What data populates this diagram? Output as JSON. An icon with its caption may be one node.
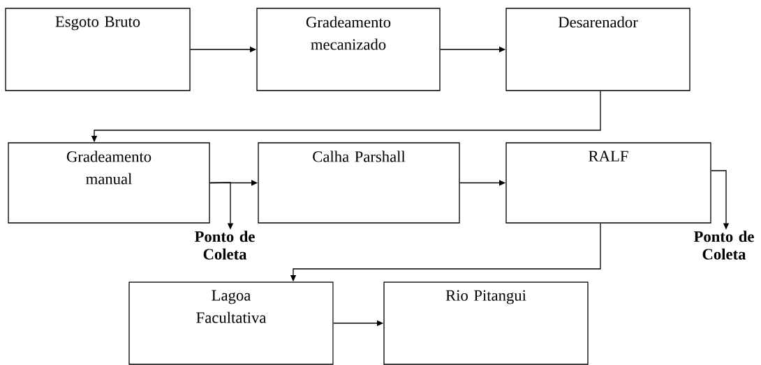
{
  "diagram": {
    "nodes": [
      {
        "text": [
          "Esgoto Bruto"
        ]
      },
      {
        "text": [
          "Gradeamento mecanizado"
        ]
      },
      {
        "text": [
          "Desarenador"
        ]
      },
      {
        "text": [
          "Gradeamento manual"
        ]
      },
      {
        "text": [
          "Calha Parshall"
        ]
      },
      {
        "text": [
          "RALF"
        ]
      },
      {
        "text": [
          "Ponto de Coleta"
        ]
      },
      {
        "text": [
          "Ponto de Coleta"
        ]
      },
      {
        "text": [
          "Lagoa Facultativa"
        ]
      },
      {
        "text": [
          "Rio Pitangui"
        ]
      }
    ],
    "edges": [
      {
        "from": 0,
        "to": 1,
        "arrow": "to"
      },
      {
        "from": 1,
        "to": 2,
        "arrow": "to"
      },
      {
        "from": 2,
        "to": 3,
        "arrow": "to"
      },
      {
        "from": 3,
        "to": 4,
        "arrow": "to"
      },
      {
        "from": 3,
        "to": 6,
        "arrow": "to"
      },
      {
        "from": 4,
        "to": 5,
        "arrow": "to"
      },
      {
        "from": 5,
        "to": 7,
        "arrow": "to"
      },
      {
        "from": 5,
        "to": 8,
        "arrow": "to"
      },
      {
        "from": 8,
        "to": 9,
        "arrow": "to"
      }
    ]
  }
}
